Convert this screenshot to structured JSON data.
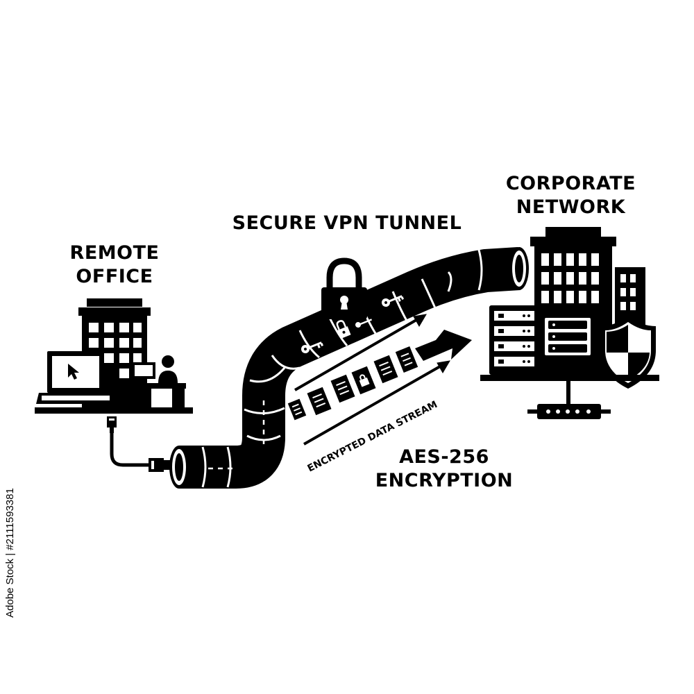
{
  "labels": {
    "remote_office": [
      "REMOTE",
      "OFFICE"
    ],
    "corporate_network": [
      "CORPORATE",
      "NETWORK"
    ],
    "tunnel_title": "SECURE VPN TUNNEL",
    "encryption": [
      "AES-256",
      "ENCRYPTION"
    ],
    "data_stream": "ENCRYPTED DATA STREAM"
  },
  "stock_id": "Adobe Stock | #2111593381",
  "colors": {
    "ink": "#000000",
    "paper": "#ffffff"
  }
}
